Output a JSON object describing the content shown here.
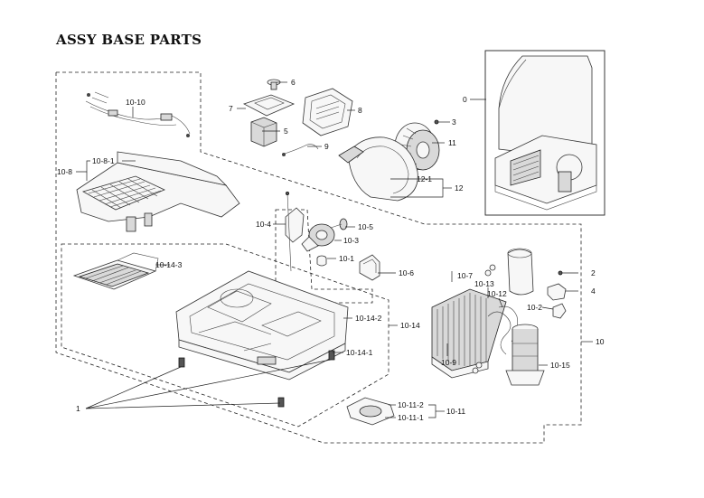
{
  "title": "ASSY BASE PARTS",
  "labels": {
    "l0": "0",
    "l1": "1",
    "l2": "2",
    "l3": "3",
    "l4": "4",
    "l5": "5",
    "l6": "6",
    "l7": "7",
    "l8": "8",
    "l9": "9",
    "l10": "10",
    "l11": "11",
    "l12": "12",
    "l12_1": "12-1",
    "l10_1": "10-1",
    "l10_2": "10-2",
    "l10_3": "10-3",
    "l10_4": "10-4",
    "l10_5": "10-5",
    "l10_6": "10-6",
    "l10_7": "10-7",
    "l10_8": "10-8",
    "l10_8_1": "10-8-1",
    "l10_9": "10-9",
    "l10_10": "10-10",
    "l10_11": "10-11",
    "l10_11_1": "10-11-1",
    "l10_11_2": "10-11-2",
    "l10_12": "10-12",
    "l10_13": "10-13",
    "l10_14": "10-14",
    "l10_14_1": "10-14-1",
    "l10_14_2": "10-14-2",
    "l10_14_3": "10-14-3",
    "l10_15": "10-15"
  }
}
